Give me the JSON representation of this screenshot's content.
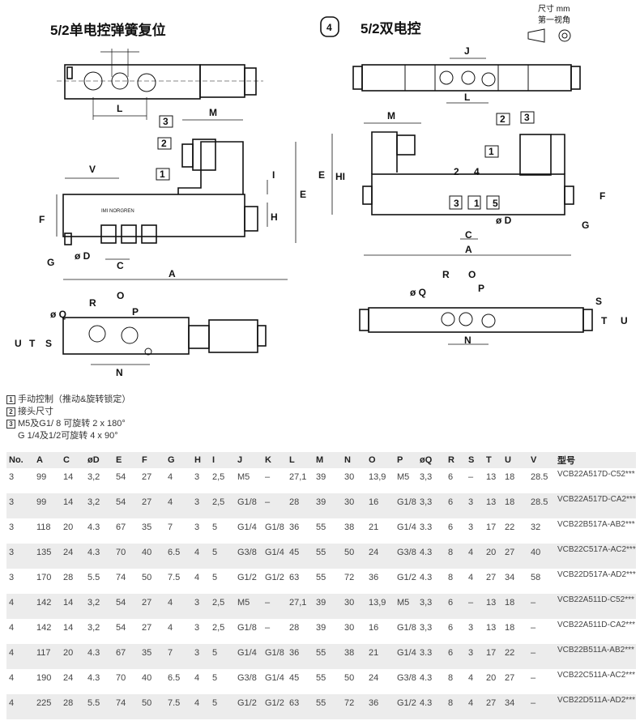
{
  "left_section": {
    "title": "5/2单电控弹簧复位",
    "labels": {
      "L": "L",
      "M": "M",
      "V": "V",
      "A": "A",
      "E": "E",
      "I": "I",
      "H": "H",
      "F": "F",
      "G": "G",
      "D": "ø D",
      "C": "C",
      "O": "O",
      "R": "R",
      "P": "P",
      "Q": "ø Q",
      "U": "U",
      "T": "T",
      "S": "S",
      "N": "N"
    },
    "callouts": [
      "1",
      "2",
      "3"
    ],
    "brand": "IMI NORGREN"
  },
  "right_section": {
    "badge": "4",
    "title": "5/2双电控",
    "units": "尺寸 mm",
    "view": "第一视角",
    "labels": {
      "J": "J",
      "L": "L",
      "M": "M",
      "E": "E",
      "HI": "HI",
      "F": "F",
      "G": "G",
      "D": "ø D",
      "C": "C",
      "A": "A",
      "R": "R",
      "O": "O",
      "Q": "ø Q",
      "P": "P",
      "N": "N",
      "S": "S",
      "T": "T",
      "U": "U"
    },
    "ports_top": [
      "2",
      "4"
    ],
    "ports_bottom": [
      "3",
      "1",
      "5"
    ],
    "callouts": [
      "1",
      "2",
      "3"
    ]
  },
  "legend": [
    {
      "num": "1",
      "text": "手动控制（推动&旋转锁定）"
    },
    {
      "num": "2",
      "text": "接头尺寸"
    },
    {
      "num": "3",
      "text": "M5及G1/ 8 可旋转 2 x 180°",
      "text2": "G 1/4及1/2可旋转 4 x 90°"
    }
  ],
  "table": {
    "headers": [
      "No.",
      "A",
      "C",
      "øD",
      "E",
      "F",
      "G",
      "H",
      "I",
      "J",
      "K",
      "L",
      "M",
      "N",
      "O",
      "P",
      "øQ",
      "R",
      "S",
      "T",
      "U",
      "V",
      "型号"
    ],
    "rows": [
      [
        "3",
        "99",
        "14",
        "3,2",
        "54",
        "27",
        "4",
        "3",
        "2,5",
        "M5",
        "–",
        "27,1",
        "39",
        "30",
        "13,9",
        "M5",
        "3,3",
        "6",
        "–",
        "13",
        "18",
        "28.5",
        "VCB22A517D-C52***"
      ],
      [
        "3",
        "99",
        "14",
        "3,2",
        "54",
        "27",
        "4",
        "3",
        "2,5",
        "G1/8",
        "–",
        "28",
        "39",
        "30",
        "16",
        "G1/8",
        "3,3",
        "6",
        "3",
        "13",
        "18",
        "28.5",
        "VCB22A517D-CA2***"
      ],
      [
        "3",
        "118",
        "20",
        "4.3",
        "67",
        "35",
        "7",
        "3",
        "5",
        "G1/4",
        "G1/8",
        "36",
        "55",
        "38",
        "21",
        "G1/4",
        "3.3",
        "6",
        "3",
        "17",
        "22",
        "32",
        "VCB22B517A-AB2***"
      ],
      [
        "3",
        "135",
        "24",
        "4.3",
        "70",
        "40",
        "6.5",
        "4",
        "5",
        "G3/8",
        "G1/4",
        "45",
        "55",
        "50",
        "24",
        "G3/8",
        "4.3",
        "8",
        "4",
        "20",
        "27",
        "40",
        "VCB22C517A-AC2***"
      ],
      [
        "3",
        "170",
        "28",
        "5.5",
        "74",
        "50",
        "7.5",
        "4",
        "5",
        "G1/2",
        "G1/2",
        "63",
        "55",
        "72",
        "36",
        "G1/2",
        "4.3",
        "8",
        "4",
        "27",
        "34",
        "58",
        "VCB22D517A-AD2***"
      ],
      [
        "4",
        "142",
        "14",
        "3,2",
        "54",
        "27",
        "4",
        "3",
        "2,5",
        "M5",
        "–",
        "27,1",
        "39",
        "30",
        "13,9",
        "M5",
        "3,3",
        "6",
        "–",
        "13",
        "18",
        "–",
        "VCB22A511D-C52***"
      ],
      [
        "4",
        "142",
        "14",
        "3,2",
        "54",
        "27",
        "4",
        "3",
        "2,5",
        "G1/8",
        "–",
        "28",
        "39",
        "30",
        "16",
        "G1/8",
        "3,3",
        "6",
        "3",
        "13",
        "18",
        "–",
        "VCB22A511D-CA2***"
      ],
      [
        "4",
        "117",
        "20",
        "4.3",
        "67",
        "35",
        "7",
        "3",
        "5",
        "G1/4",
        "G1/8",
        "36",
        "55",
        "38",
        "21",
        "G1/4",
        "3.3",
        "6",
        "3",
        "17",
        "22",
        "–",
        "VCB22B511A-AB2***"
      ],
      [
        "4",
        "190",
        "24",
        "4.3",
        "70",
        "40",
        "6.5",
        "4",
        "5",
        "G3/8",
        "G1/4",
        "45",
        "55",
        "50",
        "24",
        "G3/8",
        "4.3",
        "8",
        "4",
        "20",
        "27",
        "–",
        "VCB22C511A-AC2***"
      ],
      [
        "4",
        "225",
        "28",
        "5.5",
        "74",
        "50",
        "7.5",
        "4",
        "5",
        "G1/2",
        "G1/2",
        "63",
        "55",
        "72",
        "36",
        "G1/2",
        "4.3",
        "8",
        "4",
        "27",
        "34",
        "–",
        "VCB22D511A-AD2***"
      ]
    ]
  }
}
